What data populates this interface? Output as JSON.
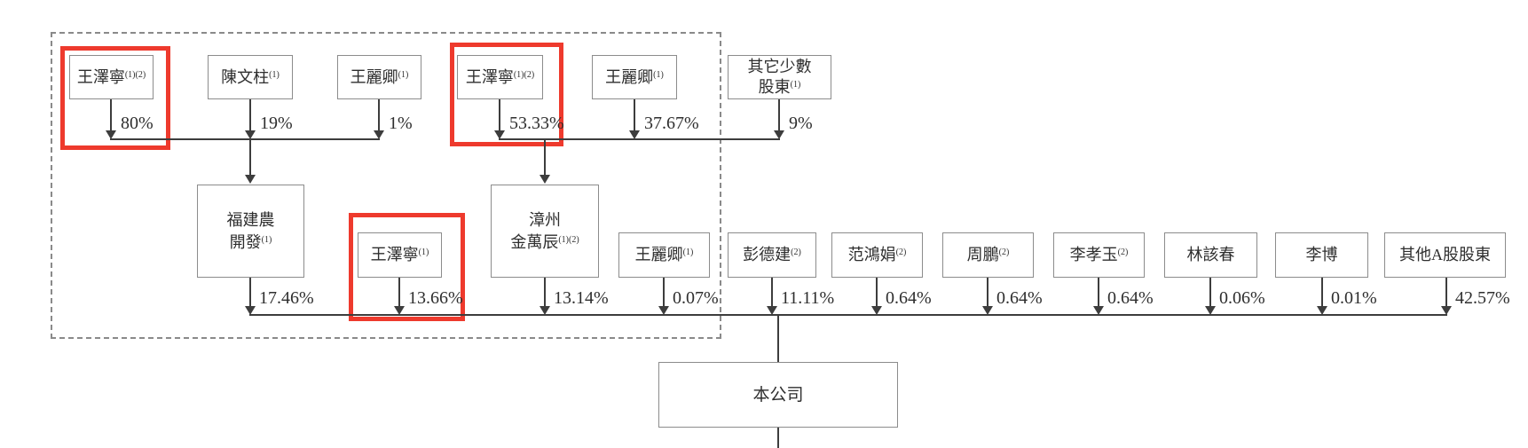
{
  "palette": {
    "highlight_red": "#ee3a2d",
    "line_color": "#3d3d3d",
    "box_border": "#8c8c8c",
    "text_color": "#2e2e2e",
    "dash_color": "#8a8a8a"
  },
  "nodes": {
    "top": [
      {
        "line1": "王澤寧",
        "line1_sup": "(1)(2)",
        "pct": "80%",
        "highlighted": true
      },
      {
        "line1": "陳文柱",
        "line1_sup": "(1)",
        "pct": "19%",
        "highlighted": false
      },
      {
        "line1": "王麗卿",
        "line1_sup": "(1)",
        "pct": "1%",
        "highlighted": false
      },
      {
        "line1": "王澤寧",
        "line1_sup": "(1)(2)",
        "pct": "53.33%",
        "highlighted": true
      },
      {
        "line1": "王麗卿",
        "line1_sup": "(1)",
        "pct": "37.67%",
        "highlighted": false
      },
      {
        "line1": "其它少數",
        "line2": "股東",
        "line2_sup": "(1)",
        "pct": "9%",
        "highlighted": false
      }
    ],
    "middle": [
      {
        "line1": "福建農",
        "line2": "開發",
        "line2_sup": "(1)",
        "pct": "17.46%",
        "highlighted": false
      },
      {
        "line1": "王澤寧",
        "line1_sup": "(1)",
        "pct": "13.66%",
        "highlighted": true
      },
      {
        "line1": "漳州",
        "line2": "金萬辰",
        "line2_sup": "(1)(2)",
        "pct": "13.14%",
        "highlighted": false
      },
      {
        "line1": "王麗卿",
        "line1_sup": "(1)",
        "pct": "0.07%",
        "highlighted": false
      },
      {
        "line1": "彭德建",
        "line1_sup": "(2)",
        "pct": "11.11%",
        "highlighted": false
      },
      {
        "line1": "范鴻娟",
        "line1_sup": "(2)",
        "pct": "0.64%",
        "highlighted": false
      },
      {
        "line1": "周鵬",
        "line1_sup": "(2)",
        "pct": "0.64%",
        "highlighted": false
      },
      {
        "line1": "李孝玉",
        "line1_sup": "(2)",
        "pct": "0.64%",
        "highlighted": false
      },
      {
        "line1": "林該春",
        "pct": "0.06%",
        "highlighted": false
      },
      {
        "line1": "李博",
        "pct": "0.01%",
        "highlighted": false
      },
      {
        "line1": "其他A股股東",
        "pct": "42.57%",
        "highlighted": false
      }
    ],
    "company": {
      "line1": "本公司"
    }
  }
}
